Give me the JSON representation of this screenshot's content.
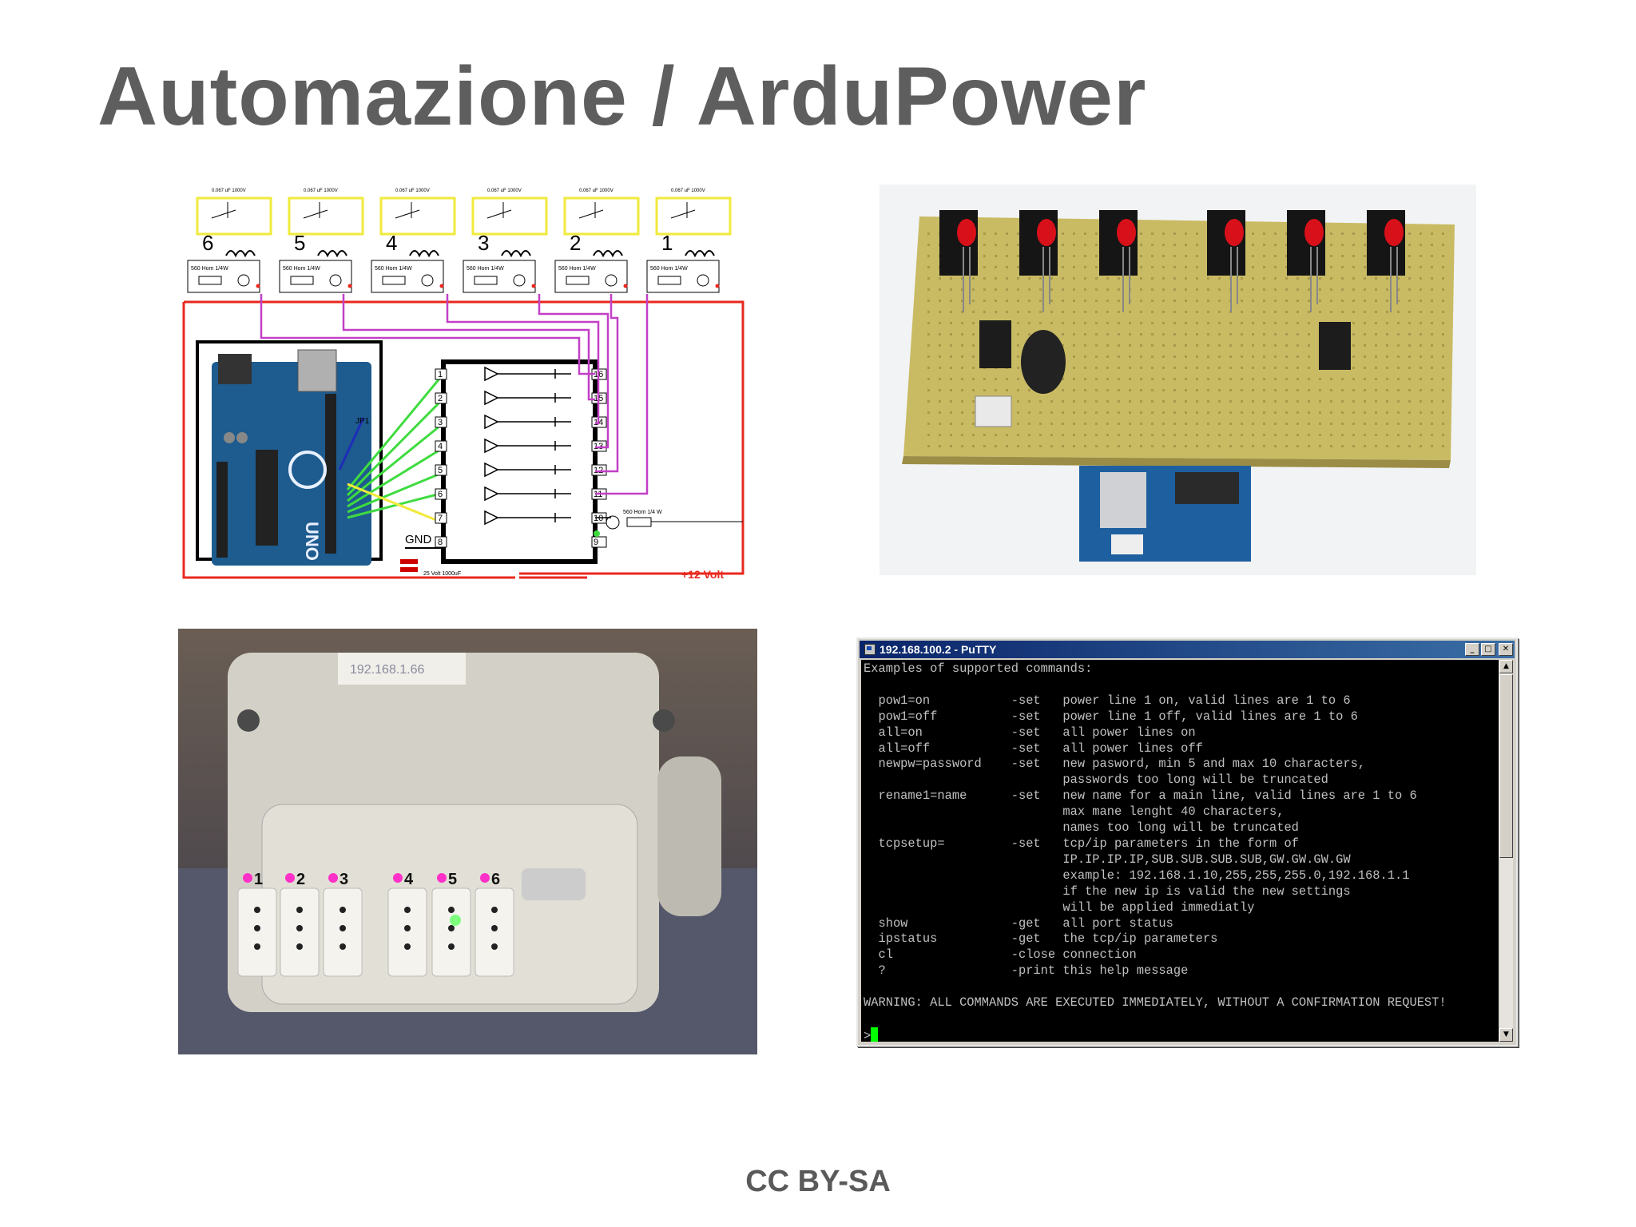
{
  "slide": {
    "title": "Automazione / ArduPower",
    "footer": "CC BY-SA"
  },
  "schematic": {
    "relay_numbers": [
      "6",
      "5",
      "4",
      "3",
      "2",
      "1"
    ],
    "capacitor_label": "0.067 uF 1000V",
    "resistor_label": "560 Hom 1/4W",
    "ic_pins_left": [
      "1",
      "2",
      "3",
      "4",
      "5",
      "6",
      "7",
      "8"
    ],
    "ic_pins_right": [
      "16",
      "15",
      "14",
      "13",
      "12",
      "11",
      "10",
      "9"
    ],
    "gnd_label": "GND",
    "jp1_label": "JP1",
    "supply_label": "+12 Volt",
    "cap_bottom_label": "25 Volt 1000uF",
    "led_resistor_label": "560 Hom 1/4 W",
    "arduino_label": "UNO",
    "colors": {
      "red": "#e8281e",
      "magenta": "#c23fc6",
      "green": "#3fdc3f",
      "yellow": "#f1ea3c",
      "blue": "#1e2db8"
    }
  },
  "putty": {
    "window_title": "192.168.100.2 - PuTTY",
    "terminal_lines": [
      "Examples of supported commands:",
      "",
      "  pow1=on           -set   power line 1 on, valid lines are 1 to 6",
      "  pow1=off          -set   power line 1 off, valid lines are 1 to 6",
      "  all=on            -set   all power lines on",
      "  all=off           -set   all power lines off",
      "  newpw=password    -set   new pasword, min 5 and max 10 characters,",
      "                           passwords too long will be truncated",
      "  rename1=name      -set   new name for a main line, valid lines are 1 to 6",
      "                           max mane lenght 40 characters,",
      "                           names too long will be truncated",
      "  tcpsetup=         -set   tcp/ip parameters in the form of",
      "                           IP.IP.IP.IP,SUB.SUB.SUB.SUB,GW.GW.GW.GW",
      "                           example: 192.168.1.10,255,255,255.0,192.168.1.1",
      "                           if the new ip is valid the new settings",
      "                           will be applied immediatly",
      "  show              -get   all port status",
      "  ipstatus          -get   the tcp/ip parameters",
      "  cl                -close connection",
      "  ?                 -print this help message",
      "",
      "WARNING: ALL COMMANDS ARE EXECUTED IMMEDIATELY, WITHOUT A CONFIRMATION REQUEST!",
      ""
    ],
    "prompt": ">"
  },
  "box_photo": {
    "outlet_numbers": [
      "1",
      "2",
      "3",
      "4",
      "5",
      "6"
    ],
    "label_text": "192.168.1.66"
  }
}
